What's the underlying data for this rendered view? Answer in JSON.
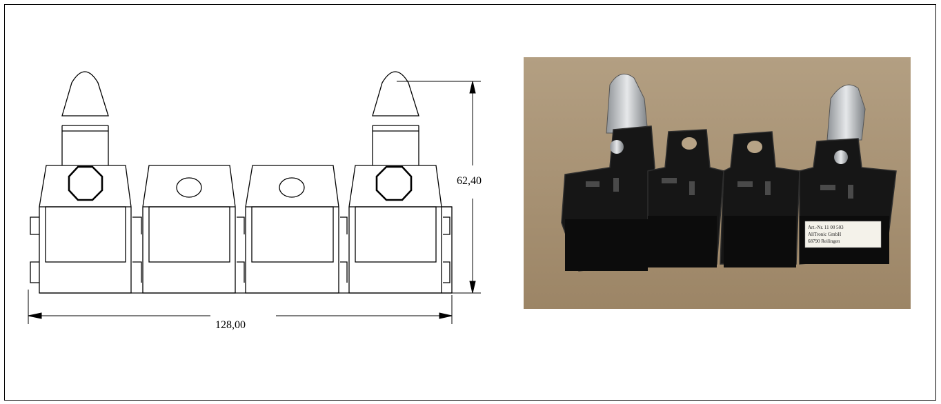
{
  "drawing": {
    "width_dimension": "128,00",
    "height_dimension": "62,40"
  },
  "photo": {
    "label_line1": "Art.-Nr. 11 00 503",
    "label_line2": "AllTronic GmbH",
    "label_line3": "68790 Reilingen"
  },
  "colors": {
    "line": "#000000",
    "photo_background": "#a89275",
    "housing": "#1a1a1a",
    "metal": "#c9ccce"
  }
}
